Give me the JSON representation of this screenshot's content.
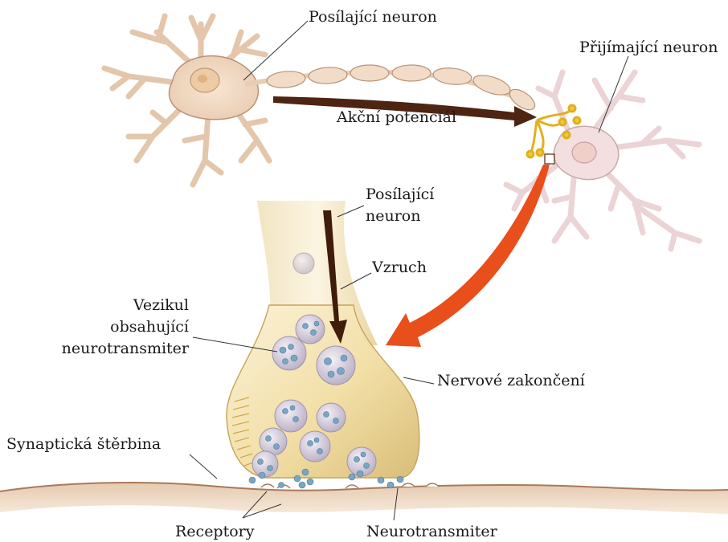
{
  "labels": {
    "sending_neuron_top": "Posílající neuron",
    "receiving_neuron": "Přijímající neuron",
    "action_potential": "Akční potenciál",
    "sending_neuron_line1": "Posílající",
    "sending_neuron_line2": "neuron",
    "impulse": "Vzruch",
    "vesicle_line1": "Vezikul",
    "vesicle_line2": "obsahující",
    "vesicle_line3": "neurotransmiter",
    "nerve_ending": "Nervové zakončení",
    "synaptic_cleft": "Synaptická štěrbina",
    "receptors": "Receptory",
    "neurotransmitter": "Neurotransmiter"
  },
  "colors": {
    "neuron_body": "#f0d9c2",
    "neuron_outline": "#a88466",
    "nucleus": "#e8c49a",
    "axon_arrow": "#5a2a14",
    "transfer_arrow": "#e8501a",
    "terminal_fill": "#f4e3b0",
    "vesicle": "#d9d0e0",
    "transmitter": "#6fa0c0",
    "membrane": "#c8a080",
    "leader_line": "#333333"
  }
}
